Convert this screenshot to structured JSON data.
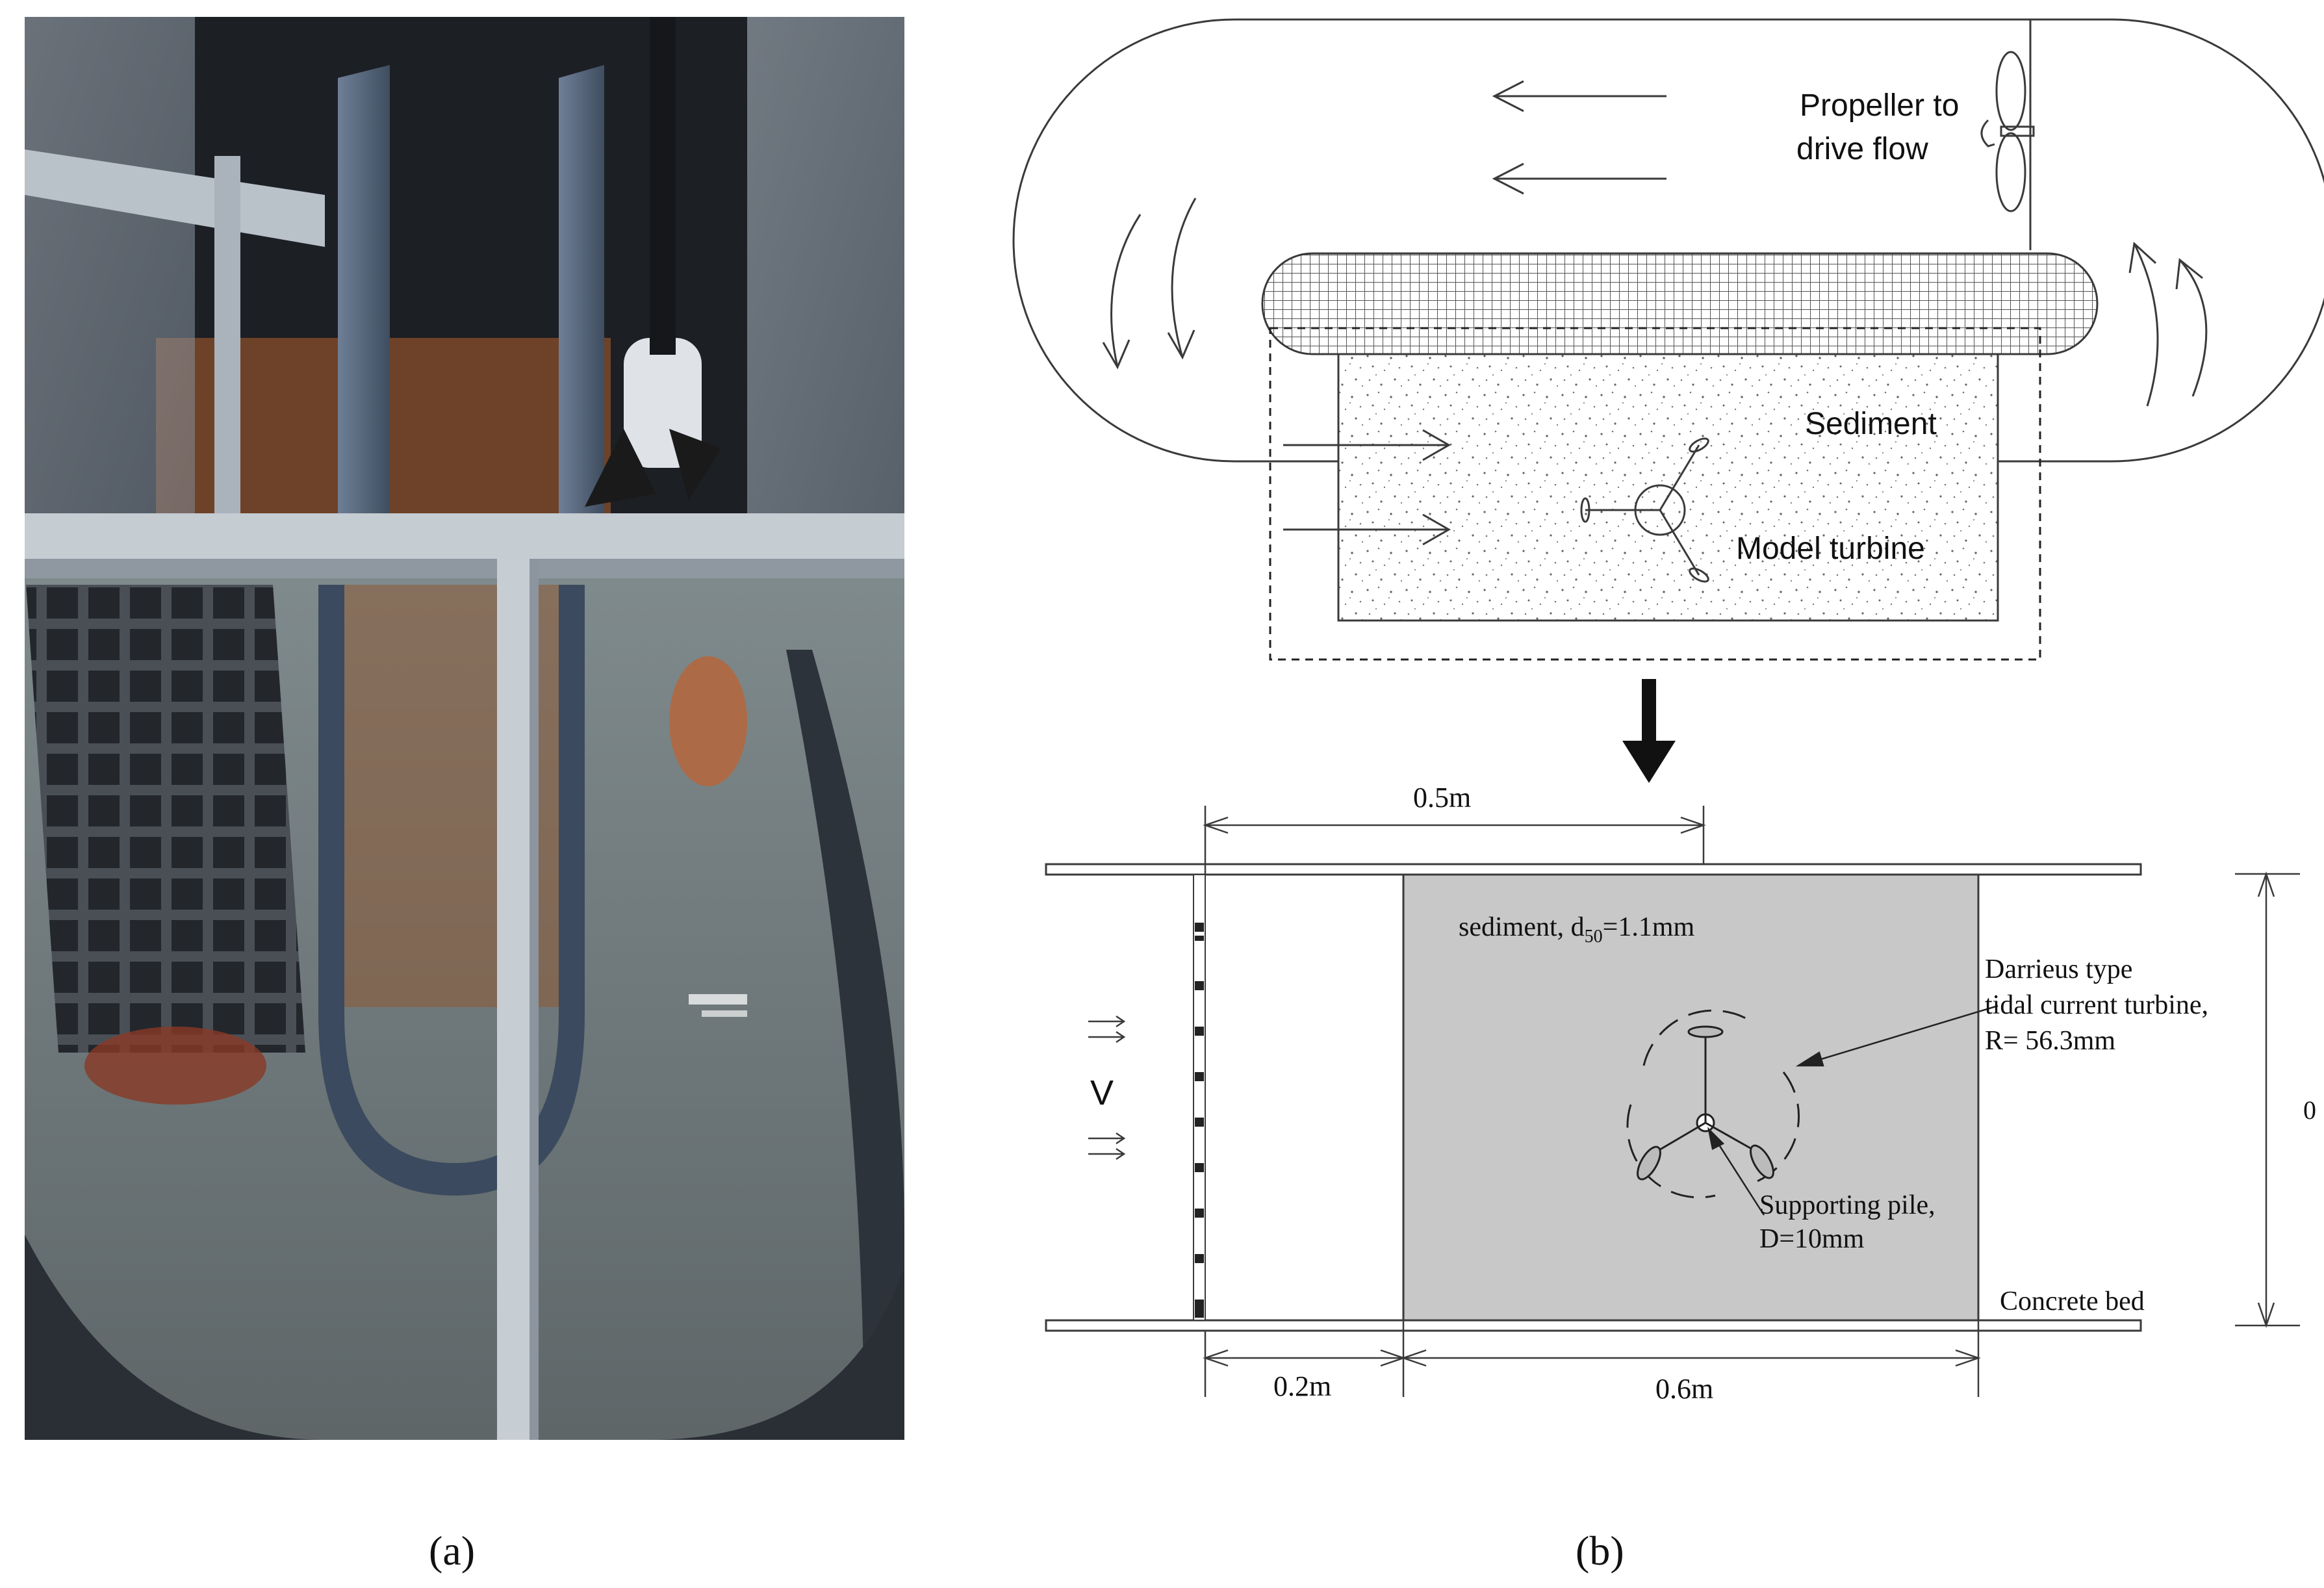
{
  "panels": {
    "a": {
      "caption": "(a)"
    },
    "b": {
      "caption": "(b)"
    }
  },
  "top_diagram": {
    "propeller_label_line1": "Propeller to",
    "propeller_label_line2": "drive flow",
    "sediment_label": "Sediment",
    "turbine_label": "Model turbine"
  },
  "bottom_diagram": {
    "dim_05": "0.5m",
    "dim_02": "0.2m",
    "dim_06": "0.6m",
    "dim_right": "0",
    "sediment_text": "sediment, d",
    "sediment_sub": "50",
    "sediment_value": "=1.1mm",
    "turbine_line1": "Darrieus type",
    "turbine_line2": "tidal current turbine,",
    "turbine_line3": "R= 56.3mm",
    "pile_line1": "Supporting pile,",
    "pile_line2": "D=10mm",
    "bed_label": "Concrete bed",
    "velocity_label": "V"
  },
  "colors": {
    "sediment_fill": "#c8c8c8",
    "line": "#3a3a3a"
  }
}
